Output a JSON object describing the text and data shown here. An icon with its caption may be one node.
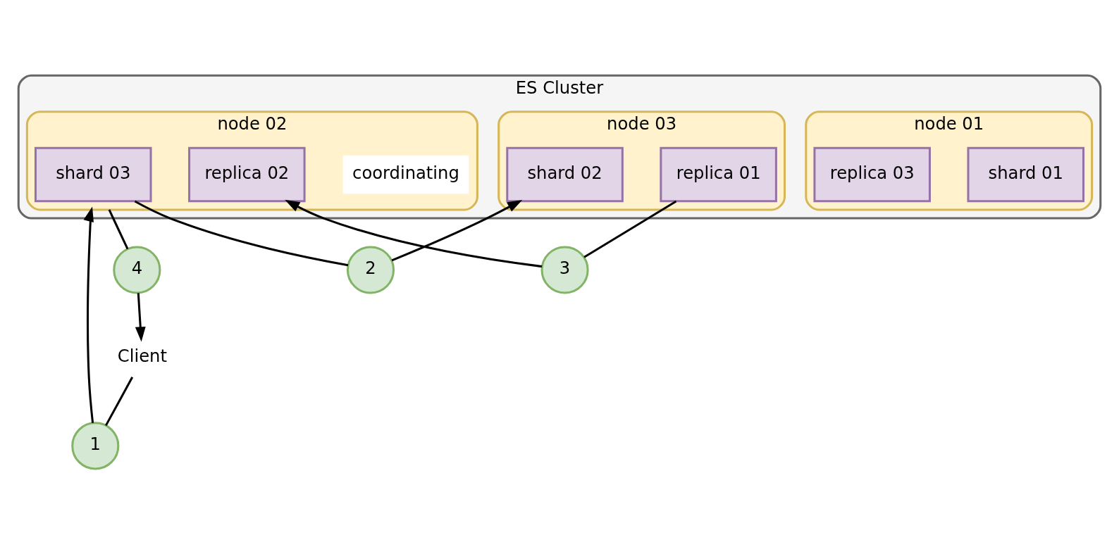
{
  "diagram": {
    "nodes": [
      {
        "text": [
          "Client"
        ]
      },
      {
        "text": [
          "1"
        ]
      },
      {
        "text": [
          "4"
        ]
      },
      {
        "text": [
          "ES Cluster"
        ]
      },
      {
        "text": [
          "node 01"
        ],
        "in": 3
      },
      {
        "text": [
          "shard 01"
        ],
        "in": 4
      },
      {
        "text": [
          "replica 03"
        ],
        "in": 4
      },
      {
        "text": [
          "node 02"
        ],
        "in": 3,
        "beside": [
          "coordinating"
        ]
      },
      {
        "text": [
          "shard 03"
        ],
        "in": 7
      },
      {
        "text": [
          "replica 02"
        ],
        "in": 7
      },
      {
        "text": [
          "node 03"
        ],
        "in": 3
      },
      {
        "text": [
          "shard 02"
        ],
        "in": 10
      },
      {
        "text": [
          "replica 01"
        ],
        "in": 10
      },
      {
        "text": [
          "2"
        ]
      },
      {
        "text": [
          "3"
        ]
      }
    ],
    "edges": [
      {
        "from": 0,
        "to": 1,
        "arrow": "none"
      },
      {
        "from": 1,
        "to": 7,
        "arrow": "to"
      },
      {
        "from": 7,
        "to": 2,
        "arrow": "none"
      },
      {
        "from": 2,
        "to": 0,
        "arrow": "to"
      },
      {
        "from": 8,
        "to": 13,
        "arrow": "none"
      },
      {
        "from": 13,
        "to": 11,
        "arrow": "to"
      },
      {
        "from": 12,
        "to": 14,
        "arrow": "none"
      },
      {
        "from": 14,
        "to": 9,
        "arrow": "to"
      }
    ]
  }
}
